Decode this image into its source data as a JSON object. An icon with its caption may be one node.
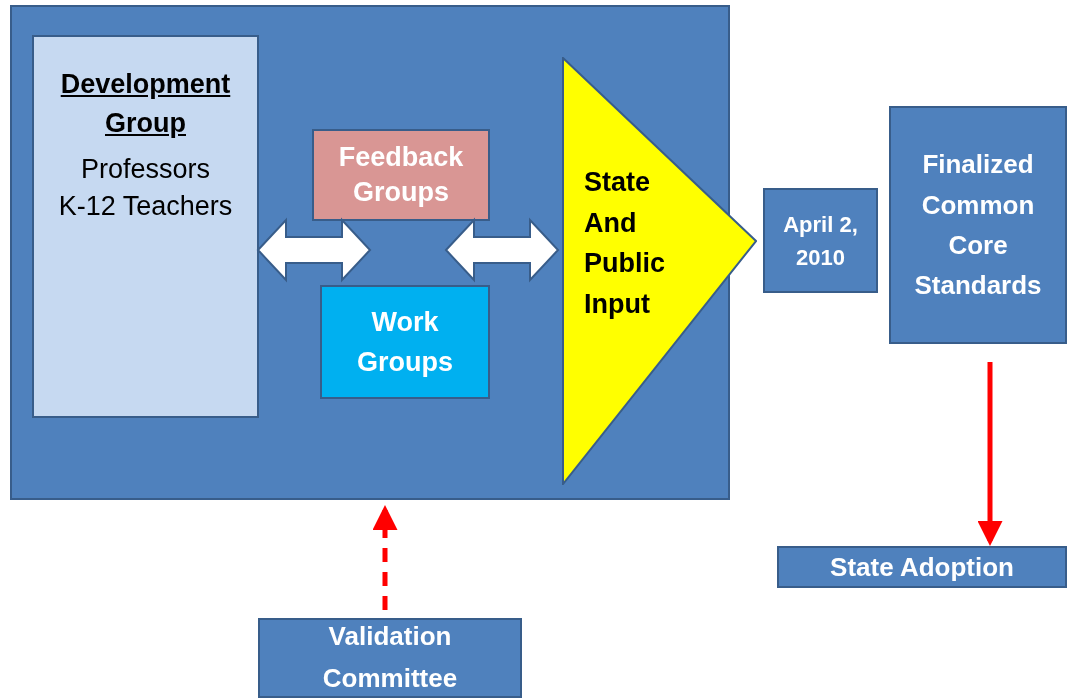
{
  "diagram": {
    "nodes": [
      {
        "text": [],
        "shape": "box"
      },
      {
        "text": [
          "Development Group",
          "Professors",
          "K-12 Teachers"
        ],
        "in": 0
      },
      {
        "text": [
          "Feedback Groups"
        ],
        "in": 0
      },
      {
        "text": [
          "Work Groups"
        ],
        "in": 0
      },
      {
        "text": [
          "State And Public Input"
        ],
        "in": 0
      },
      {
        "text": [
          "April 2, 2010"
        ]
      },
      {
        "text": [
          "Finalized Common Core Standards"
        ]
      },
      {
        "text": [
          "State Adoption"
        ]
      },
      {
        "text": [
          "Validation Committee"
        ]
      }
    ],
    "edges": [
      {
        "from": 1,
        "to": 3,
        "arrow": "both",
        "style": "thick"
      },
      {
        "from": 3,
        "to": 4,
        "arrow": "both",
        "style": "thick"
      },
      {
        "from": 6,
        "to": 7,
        "arrow": "to",
        "color": "#ff0000"
      },
      {
        "from": 8,
        "to": 0,
        "arrow": "to",
        "style": "dashed",
        "color": "#ff0000"
      }
    ]
  }
}
